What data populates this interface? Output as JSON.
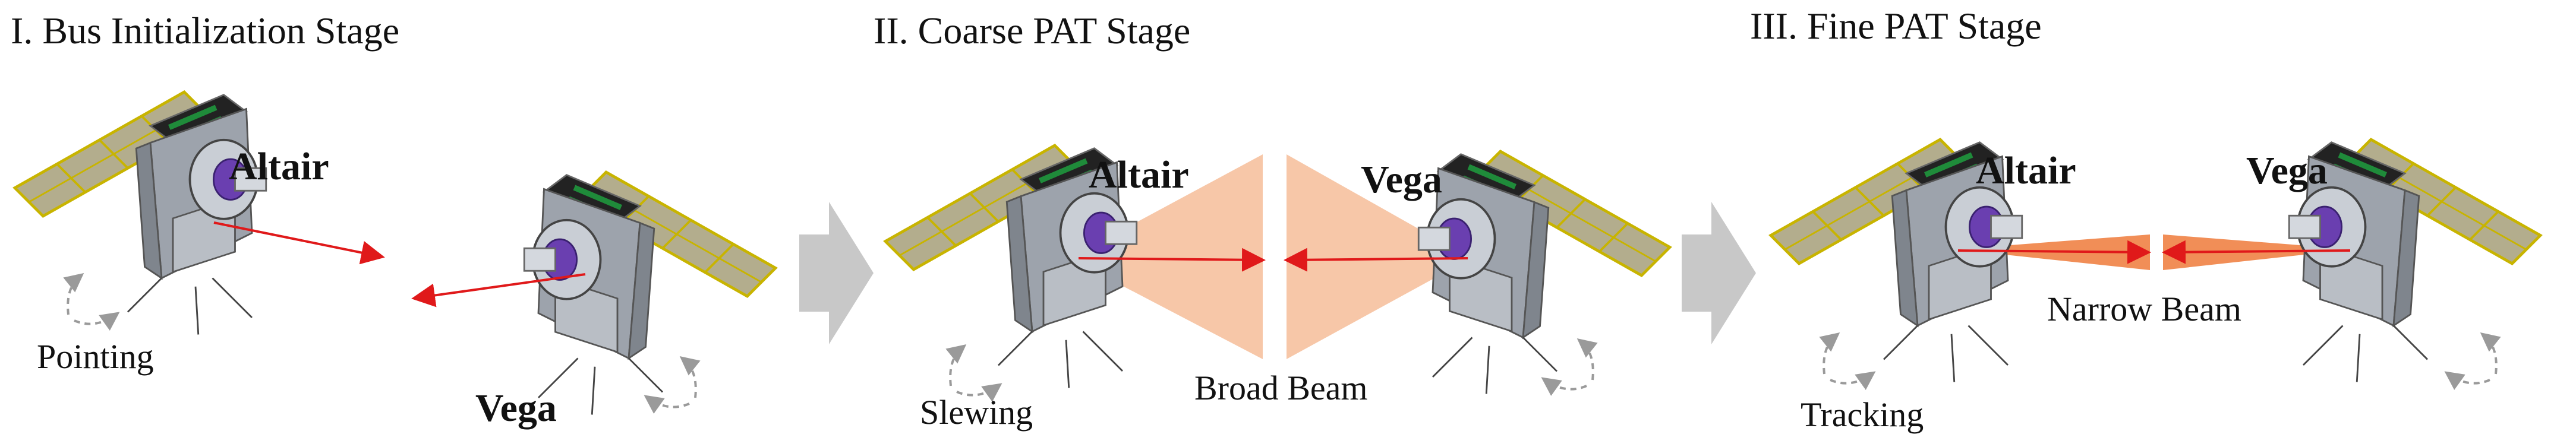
{
  "stages": [
    {
      "title": "I. Bus Initialization Stage",
      "sat_left": "Altair",
      "sat_right": "Vega",
      "motion_label": "Pointing",
      "beam_label": ""
    },
    {
      "title": "II. Coarse PAT Stage",
      "sat_left": "Altair",
      "sat_right": "Vega",
      "motion_label": "Slewing",
      "beam_label": "Broad Beam"
    },
    {
      "title": "III. Fine PAT Stage",
      "sat_left": "Altair",
      "sat_right": "Vega",
      "motion_label": "Tracking",
      "beam_label": "Narrow Beam"
    }
  ],
  "icons": {
    "satellite": "cubesat-icon",
    "stage_arrow": "chevron-right-arrow-icon",
    "link_arrow": "red-arrow-icon",
    "rotation": "curved-arrows-icon"
  },
  "colors": {
    "solar_panel": "#b3ad8d",
    "panel_frame": "#c8b400",
    "bus_body": "#9da3ac",
    "payload": "#6a3fb0",
    "beam_broad": "#f7c7a8",
    "beam_narrow": "#ef7a3a",
    "link_arrow": "#e0191a",
    "stage_arrow": "#c8c8c8",
    "hint_arrow": "#9a9a9a"
  }
}
